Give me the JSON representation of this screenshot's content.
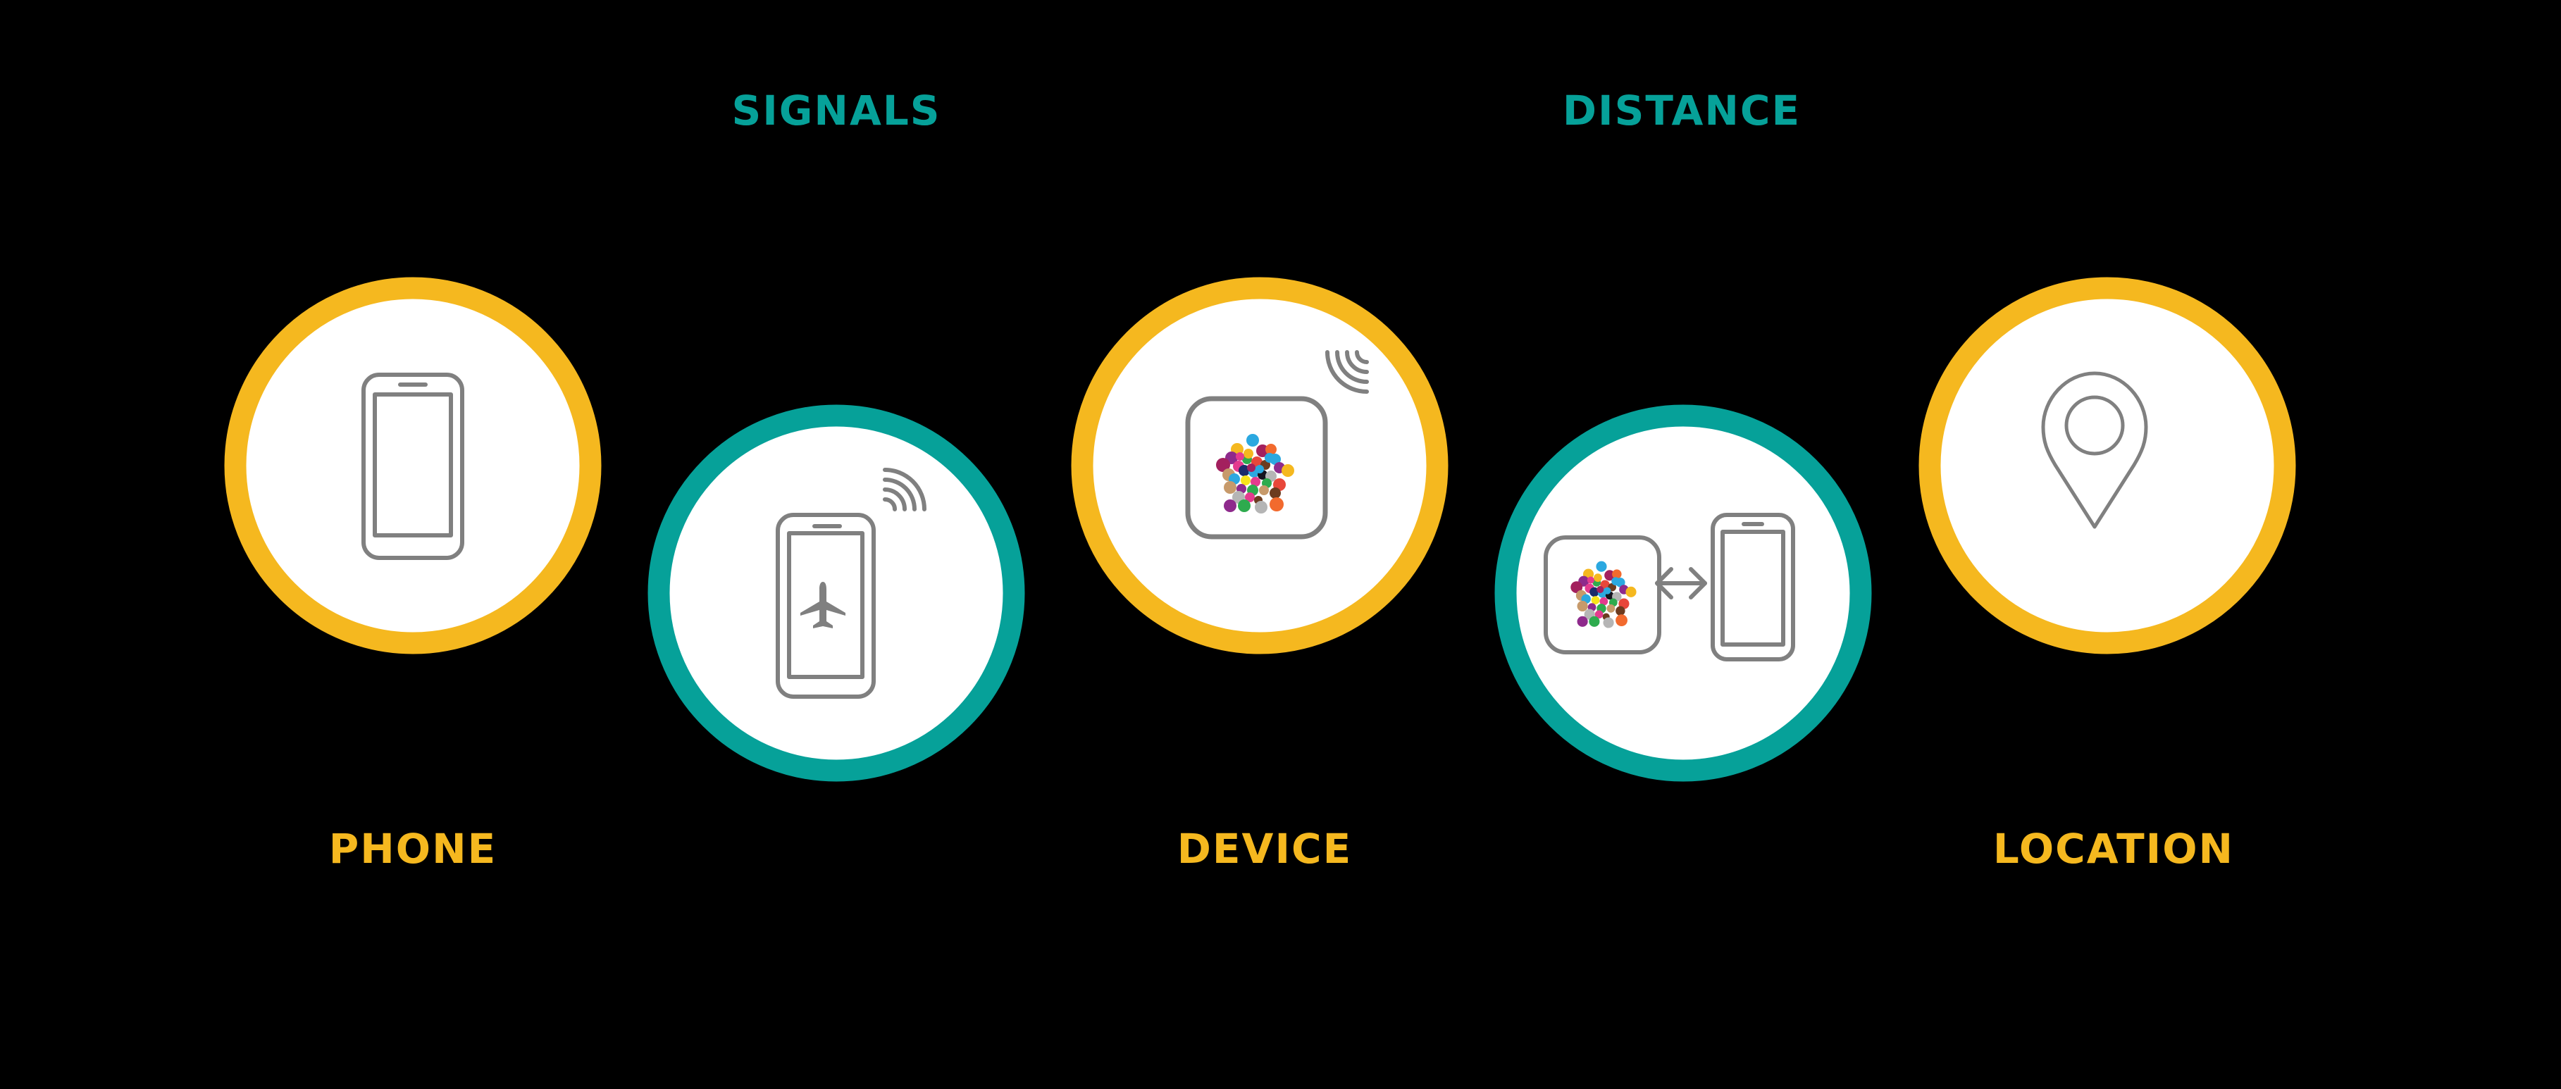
{
  "colors": {
    "background": "#000000",
    "yellow": "#F5B81F",
    "teal": "#06A199",
    "icon_gray": "#808080",
    "circle_fill": "#FFFFFF"
  },
  "steps": [
    {
      "id": "phone",
      "label": "PHONE",
      "ring_color": "yellow",
      "label_position": "bottom",
      "icon": "smartphone-icon"
    },
    {
      "id": "signals",
      "label": "SIGNALS",
      "ring_color": "teal",
      "label_position": "top",
      "icon": "phone-airplane-mode-signal-icon"
    },
    {
      "id": "device",
      "label": "DEVICE",
      "ring_color": "yellow",
      "label_position": "bottom",
      "icon": "beacon-device-signal-icon"
    },
    {
      "id": "distance",
      "label": "DISTANCE",
      "ring_color": "teal",
      "label_position": "top",
      "icon": "device-phone-distance-icon"
    },
    {
      "id": "location",
      "label": "LOCATION",
      "ring_color": "yellow",
      "label_position": "bottom",
      "icon": "map-pin-icon"
    }
  ],
  "dot_cluster_colors": [
    "#E8473A",
    "#2BA8E0",
    "#F5B81F",
    "#8E2A8C",
    "#E43B8E",
    "#2EAB4E",
    "#6D3B1F",
    "#B5B5B5",
    "#1B2B6B",
    "#F26A2E",
    "#C79A6B",
    "#A3205E",
    "#14141E",
    "#F7E41A"
  ]
}
